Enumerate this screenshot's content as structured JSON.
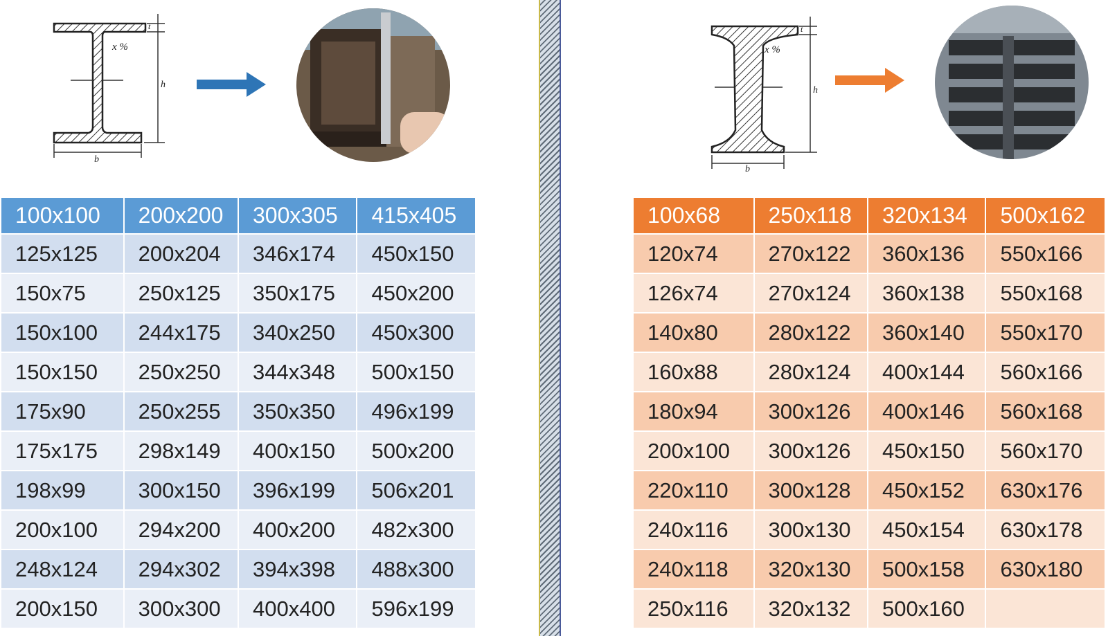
{
  "left_table": {
    "header": [
      "100x100",
      "200x200",
      "300x305",
      "415x405"
    ],
    "rows": [
      [
        "125x125",
        "200x204",
        "346x174",
        "450x150"
      ],
      [
        "150x75",
        "250x125",
        "350x175",
        "450x200"
      ],
      [
        "150x100",
        "244x175",
        "340x250",
        "450x300"
      ],
      [
        "150x150",
        "250x250",
        "344x348",
        "500x150"
      ],
      [
        "175x90",
        "250x255",
        "350x350",
        "496x199"
      ],
      [
        "175x175",
        "298x149",
        "400x150",
        "500x200"
      ],
      [
        "198x99",
        "300x150",
        "396x199",
        "506x201"
      ],
      [
        "200x100",
        "294x200",
        "400x200",
        "482x300"
      ],
      [
        "248x124",
        "294x302",
        "394x398",
        "488x300"
      ],
      [
        "200x150",
        "300x300",
        "400x400",
        "596x199"
      ]
    ]
  },
  "right_table": {
    "header": [
      "100x68",
      "250x118",
      "320x134",
      "500x162"
    ],
    "rows": [
      [
        "120x74",
        "270x122",
        "360x136",
        "550x166"
      ],
      [
        "126x74",
        "270x124",
        "360x138",
        "550x168"
      ],
      [
        "140x80",
        "280x122",
        "360x140",
        "550x170"
      ],
      [
        "160x88",
        "280x124",
        "400x144",
        "560x166"
      ],
      [
        "180x94",
        "300x126",
        "400x146",
        "560x168"
      ],
      [
        "200x100",
        "300x126",
        "450x150",
        "560x170"
      ],
      [
        "220x110",
        "300x128",
        "450x152",
        "630x176"
      ],
      [
        "240x116",
        "300x130",
        "450x154",
        "630x178"
      ],
      [
        "240x118",
        "320x130",
        "500x158",
        "630x180"
      ],
      [
        "250x116",
        "320x132",
        "500x160",
        ""
      ]
    ]
  },
  "diagram_labels": {
    "slope": "x %",
    "flange": "t",
    "height": "h",
    "width": "b"
  },
  "colors": {
    "left_accent": "#5b9bd5",
    "right_accent": "#ed7d31"
  }
}
